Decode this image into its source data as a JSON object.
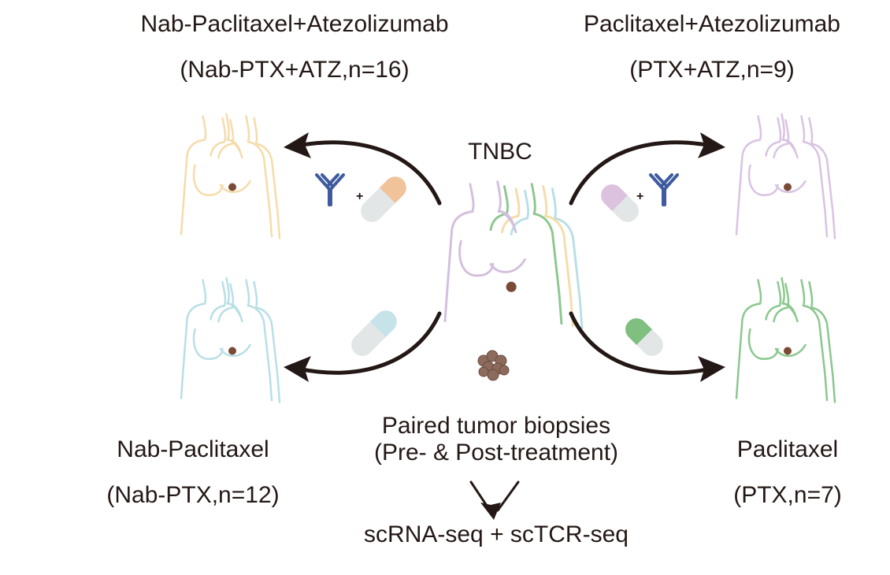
{
  "groups": {
    "nab_ptx_atz": {
      "name": "Nab-Paclitaxel+Atezolizumab",
      "code": "(Nab-PTX+ATZ,n=16)",
      "color": "#f5dcaa"
    },
    "ptx_atz": {
      "name": "Paclitaxel+Atezolizumab",
      "code": "(PTX+ATZ,n=9)",
      "color": "#d9c3e2"
    },
    "nab_ptx": {
      "name": "Nab-Paclitaxel",
      "code": "(Nab-PTX,n=12)",
      "color": "#b9dfe6"
    },
    "ptx": {
      "name": "Paclitaxel",
      "code": "(PTX,n=7)",
      "color": "#8cc78f"
    }
  },
  "center": {
    "label": "TNBC",
    "torso_color": "#d3bfdd"
  },
  "biopsy": {
    "line1": "Paired tumor biopsies",
    "line2": "(Pre-  & Post-treatment)"
  },
  "assay": {
    "label": "scRNA-seq + scTCR-seq"
  },
  "plus_sign": "+",
  "icons": {
    "antibody_color": "#3f5a9e",
    "capsule_nab_ptx_atz": "#f0c39a",
    "capsule_ptx_atz": "#dcc2de",
    "capsule_nab_ptx": "#c6e3ea",
    "capsule_ptx": "#7fbf7f",
    "capsule_body": "#e3e6e6",
    "nipple_color": "#7a4a36",
    "tissue_color": "#8c6a5c"
  },
  "arrow_color": "#231815"
}
